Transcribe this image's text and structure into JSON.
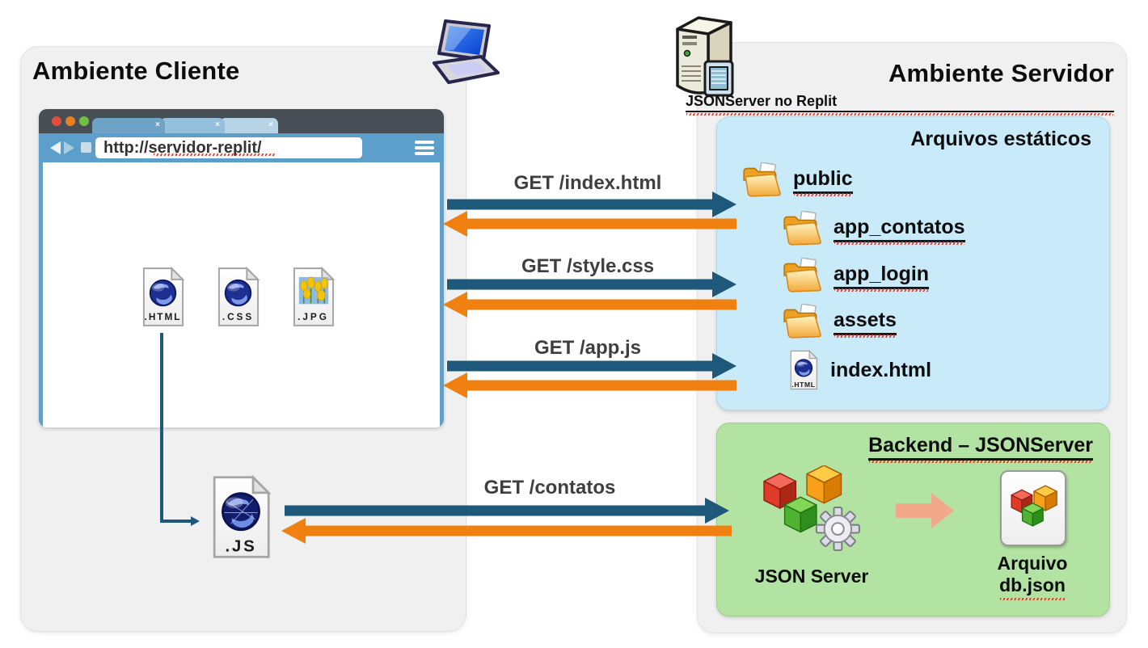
{
  "client": {
    "title": "Ambiente Cliente",
    "browser": {
      "url": "http://servidor-replit/",
      "tab_close": "×",
      "files": [
        {
          "label": ".HTML"
        },
        {
          "label": ".CSS"
        },
        {
          "label": ".JPG"
        }
      ]
    },
    "js_file_label": ".JS"
  },
  "requests": [
    {
      "label": "GET /index.html"
    },
    {
      "label": "GET /style.css"
    },
    {
      "label": "GET /app.js"
    },
    {
      "label": "GET /contatos"
    }
  ],
  "server": {
    "title": "Ambiente Servidor",
    "subtitle": "JSONServer no Replit",
    "static_box": {
      "title": "Arquivos estáticos",
      "tree": [
        {
          "label": "public"
        },
        {
          "label": "app_contatos"
        },
        {
          "label": "app_login"
        },
        {
          "label": "assets"
        },
        {
          "label": "index.html",
          "icon_label": ".HTML"
        }
      ]
    },
    "backend_box": {
      "title": "Backend – JSONServer",
      "json_server_label": "JSON Server",
      "db_label_line1": "Arquivo",
      "db_label_line2": "db.json"
    }
  },
  "colors": {
    "request_arrow": "#1e587a",
    "response_arrow": "#f0800f",
    "static_box_bg": "#c9eaf9",
    "backend_box_bg": "#b3e3a3",
    "panel_bg": "#f0f0f1"
  }
}
